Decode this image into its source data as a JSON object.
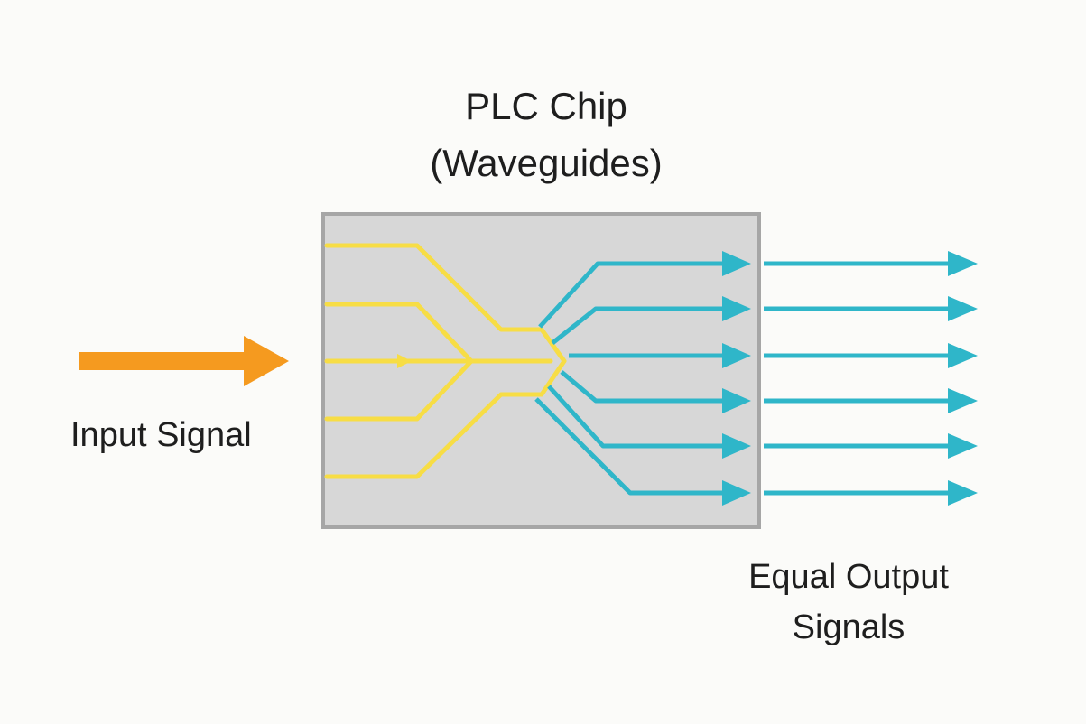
{
  "title": {
    "line1": "PLC Chip",
    "line2": "(Waveguides)"
  },
  "input": {
    "label": "Input Signal"
  },
  "output": {
    "line1": "Equal Output",
    "line2": "Signals"
  },
  "colors": {
    "background": "#fbfbf9",
    "chip_fill": "#d7d7d7",
    "chip_border": "#a6a6a6",
    "input_arrow": "#f59a1f",
    "waveguide_in": "#f7dd45",
    "waveguide_out": "#2fb6c9",
    "text": "#1e1e1e"
  },
  "structure": {
    "input_waveguides": 5,
    "output_signals": 6
  }
}
